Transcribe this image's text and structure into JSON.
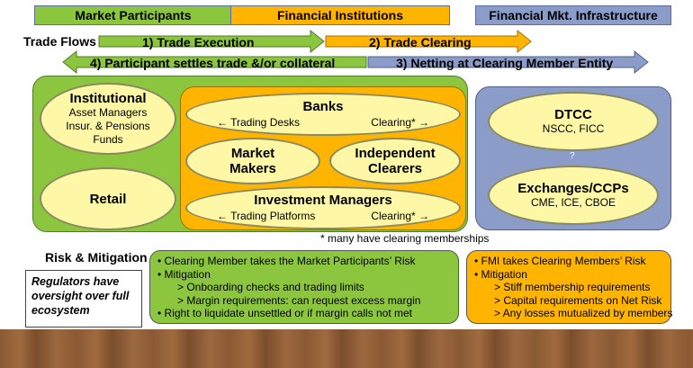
{
  "colors": {
    "green": "#8cc63f",
    "orange": "#ffb400",
    "blue": "#8b9cc8",
    "yellow": "#fdf7a6"
  },
  "legend": {
    "market": "Market Participants",
    "financial": "Financial Institutions",
    "fmi": "Financial Mkt. Infrastructure"
  },
  "flows": {
    "title": "Trade Flows",
    "f1": "1)  Trade Execution",
    "f2": "2)  Trade Clearing",
    "f3": "3)  Netting at Clearing Member Entity",
    "f4": "4)  Participant settles trade &/or collateral"
  },
  "participants": {
    "institutional": {
      "title": "Institutional",
      "lines": [
        "Asset Managers",
        "Insur. & Pensions",
        "Funds"
      ]
    },
    "retail": "Retail"
  },
  "institutions": {
    "banks": {
      "title": "Banks",
      "left": "← Trading Desks",
      "right": "Clearing* →"
    },
    "market_makers": {
      "line1": "Market",
      "line2": "Makers"
    },
    "independent": {
      "line1": "Independent",
      "line2": "Clearers"
    },
    "investment": {
      "title": "Investment Managers",
      "left": "← Trading Platforms",
      "right": "Clearing* →"
    }
  },
  "fmi": {
    "dtcc": {
      "title": "DTCC",
      "sub": "NSCC, FICC"
    },
    "question": "?",
    "exchanges": {
      "title": "Exchanges/CCPs",
      "sub": "CME, ICE, CBOE"
    }
  },
  "footnote": "* many have clearing memberships",
  "risk": {
    "title": "Risk & Mitigation",
    "regulators": [
      "Regulators have",
      "oversight over full",
      "ecosystem"
    ],
    "market_box": {
      "lines": [
        "•  Clearing Member takes the Market Participants’ Risk",
        "•  Mitigation",
        "> Onboarding checks and trading limits",
        "> Margin requirements: can request excess margin",
        "•  Right to liquidate unsettled or if margin calls not met"
      ]
    },
    "fmi_box": {
      "lines": [
        "•  FMI takes Clearing Members’ Risk",
        "•  Mitigation",
        "> Stiff membership requirements",
        "> Capital requirements on Net Risk",
        "> Any losses mutualized by members"
      ]
    }
  }
}
